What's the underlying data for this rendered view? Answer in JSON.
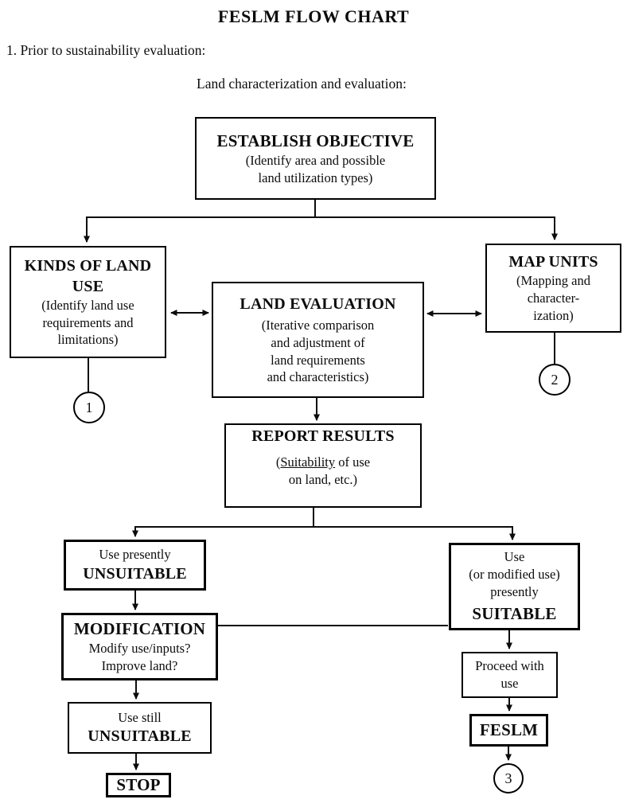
{
  "page": {
    "title": "FESLM FLOW CHART",
    "step_label": "1.  Prior to sustainability evaluation:",
    "sub_label": "Land characterization and evaluation:"
  },
  "nodes": {
    "establish": {
      "heading": "ESTABLISH OBJECTIVE",
      "body": "(Identify area and possible\nland utilization types)"
    },
    "kinds": {
      "heading": "KINDS OF LAND\nUSE",
      "body": "(Identify land use\nrequirements and\nlimitations)"
    },
    "landeval": {
      "heading": "LAND EVALUATION",
      "body": "(Iterative comparison\nand adjustment of\nland requirements\nand characteristics)"
    },
    "mapunits": {
      "heading": "MAP UNITS",
      "body": "(Mapping and\ncharacter-\nization)"
    },
    "report": {
      "heading": "REPORT RESULTS",
      "body_open": "(",
      "body_underline": "Suitability",
      "body_after": " of use",
      "body_line2": "on land, etc.)"
    },
    "unsuit1": {
      "line1": "Use presently",
      "heading": "UNSUITABLE"
    },
    "suitable": {
      "lines": "Use\n(or modified use)\npresently",
      "heading": "SUITABLE"
    },
    "modification": {
      "heading": "MODIFICATION",
      "body": "Modify use/inputs?\nImprove land?"
    },
    "unsuit2": {
      "line1": "Use still",
      "heading": "UNSUITABLE"
    },
    "stop": {
      "heading": "STOP"
    },
    "proceed": {
      "body": "Proceed with\nuse"
    },
    "feslm": {
      "heading": "FESLM"
    }
  },
  "circles": [
    "1",
    "2",
    "3"
  ],
  "colors": {
    "ink": "#0c0c0c",
    "paper": "#ffffff"
  }
}
